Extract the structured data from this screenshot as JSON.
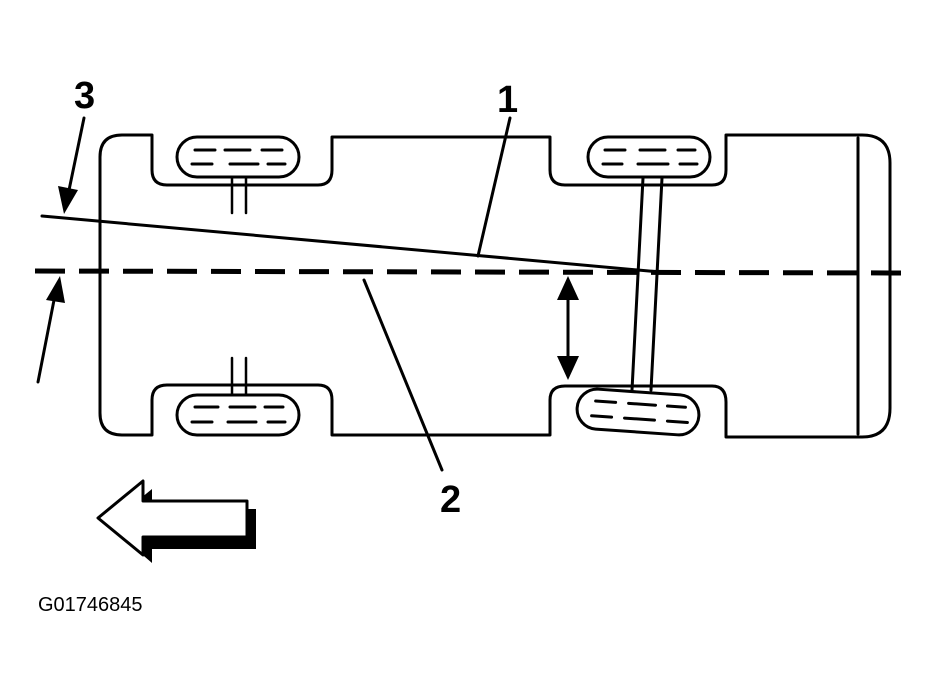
{
  "callouts": {
    "label_1": "1",
    "label_2": "2",
    "label_3": "3"
  },
  "figure_code": "G01746845",
  "icons": {
    "direction_arrow": "left-arrow-icon"
  }
}
